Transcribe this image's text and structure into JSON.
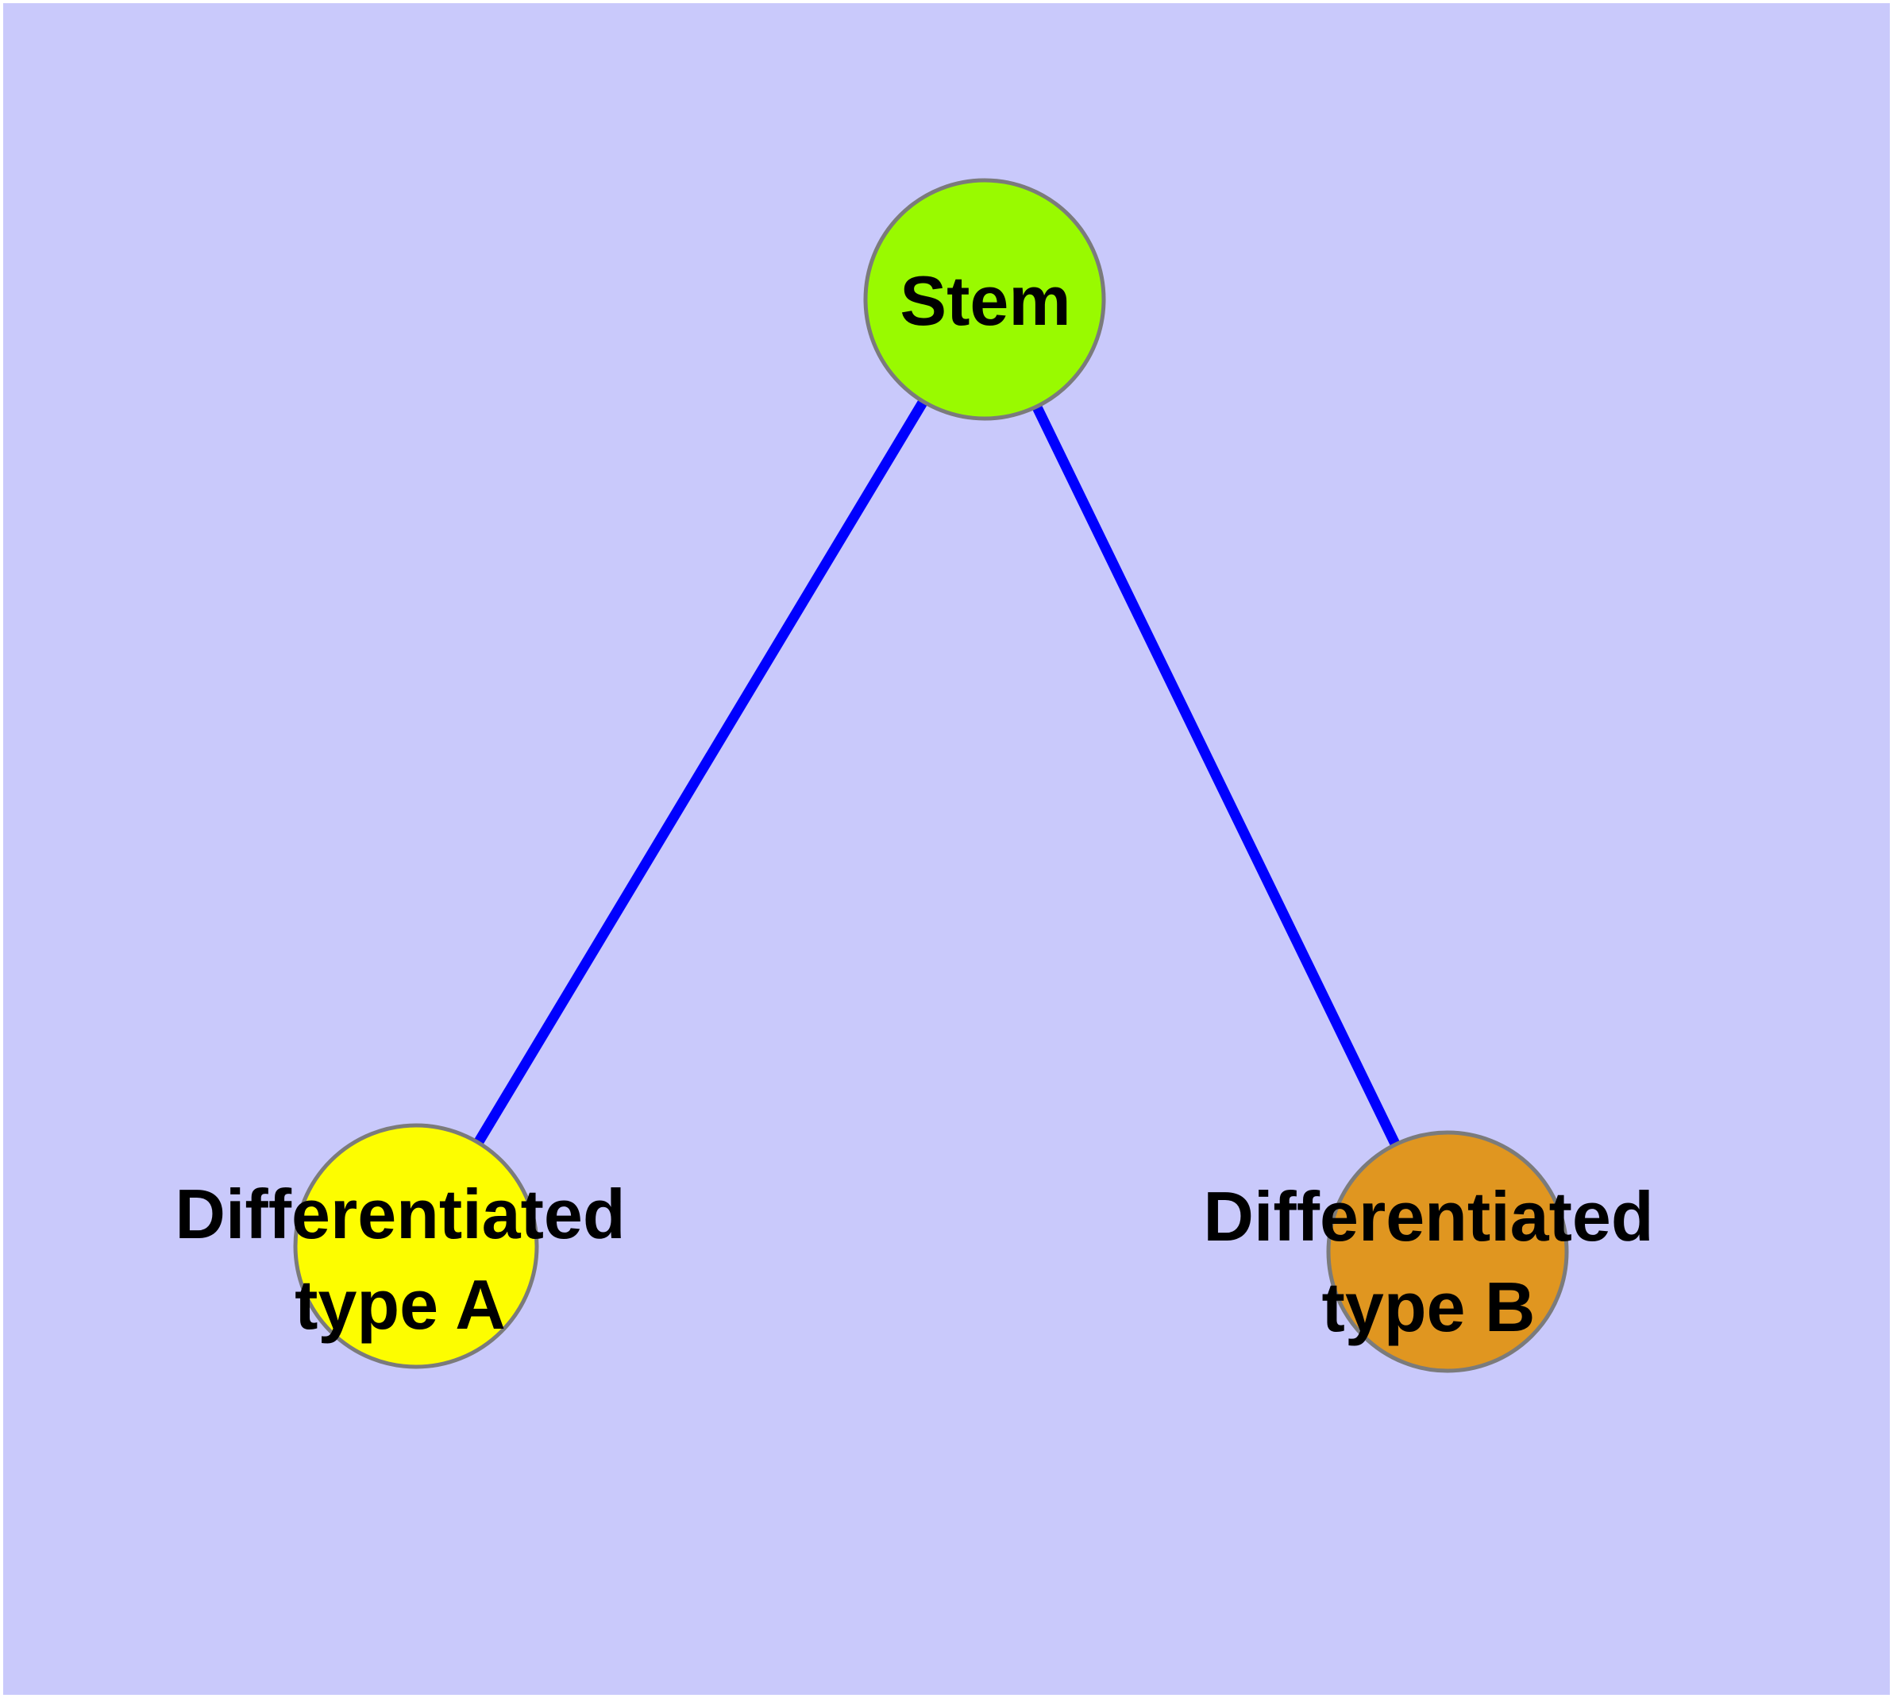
{
  "diagram": {
    "background_color": "#c9c9fb",
    "edge_color": "#0000fe",
    "node_border_color": "#7b7b7b",
    "text_color": "#000000",
    "nodes": {
      "stem": {
        "label": "Stem",
        "fill": "#99fa00"
      },
      "typeA": {
        "label_line1": "Differentiated",
        "label_line2": "type A",
        "fill": "#fdfd00"
      },
      "typeB": {
        "label_line1": "Differentiated",
        "label_line2": "type B",
        "fill": "#e09620"
      }
    },
    "edges": [
      {
        "from": "Stem",
        "to": "Differentiated type A"
      },
      {
        "from": "Stem",
        "to": "Differentiated type B"
      }
    ]
  }
}
